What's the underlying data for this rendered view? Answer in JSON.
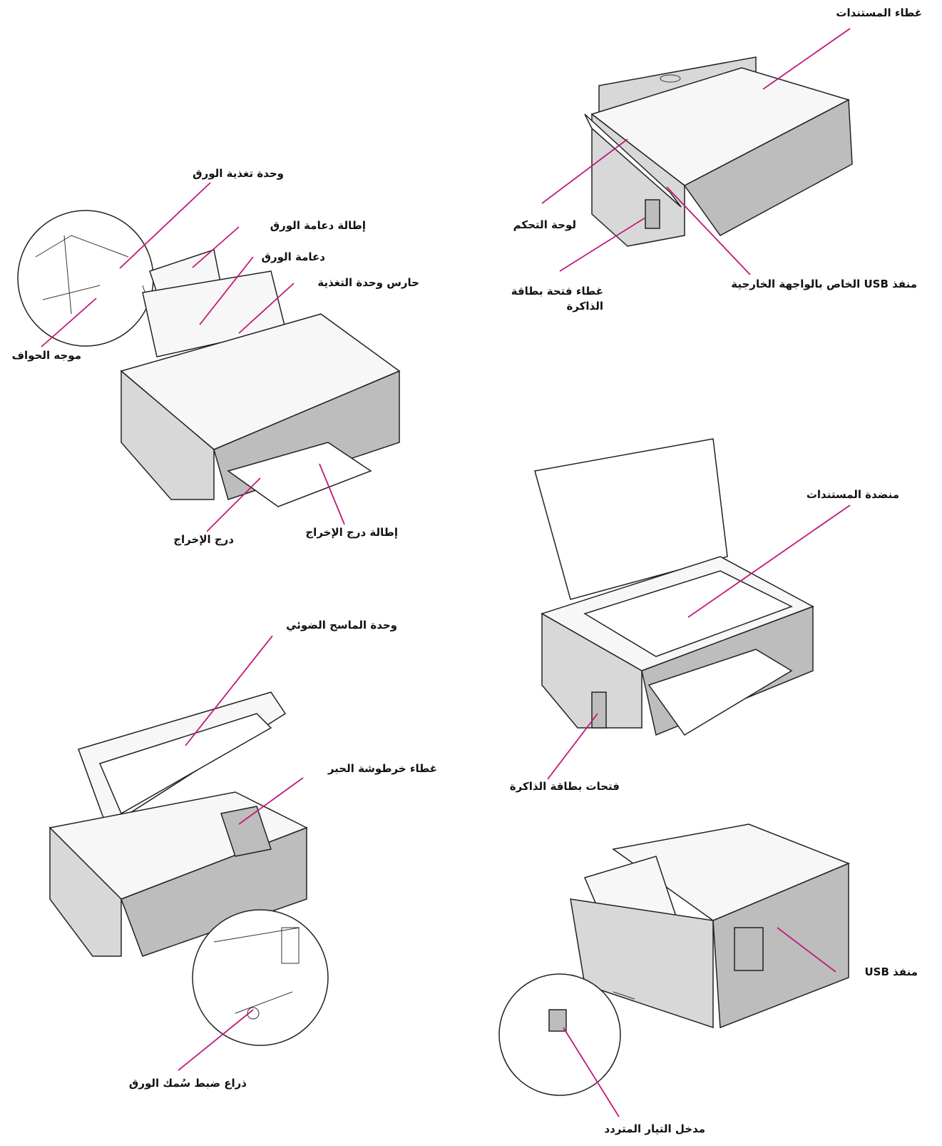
{
  "colors": {
    "leader": "#c2187a"
  },
  "labels": {
    "document_cover": "غطاء المستندات",
    "control_panel": "لوحة التحكم",
    "memory_card_slot_cover": "غطاء فتحة بطاقة الذاكرة",
    "usb_interface_port": "منفذ USB الخاص بالواجهة الخارجية",
    "sheet_feeder": "وحدة تغذية الورق",
    "paper_support_extension": "إطالة دعامة الورق",
    "paper_support": "دعامة الورق",
    "feeder_guard": "حارس وحدة التغذية",
    "edge_guide": "موجه الحواف",
    "output_tray": "درج الإخراج",
    "output_tray_extension": "إطالة درج الإخراج",
    "document_table": "منضدة المستندات",
    "memory_card_slots": "فتحات بطاقة الذاكرة",
    "scanner_unit": "وحدة الماسح الضوئي",
    "ink_cartridge_cover": "غطاء خرطوشة الحبر",
    "usb_port": "منفذ USB",
    "paper_thickness_lever": "ذراع ضبط سُمك الورق",
    "ac_inlet": "مدخل التيار المتردد"
  }
}
